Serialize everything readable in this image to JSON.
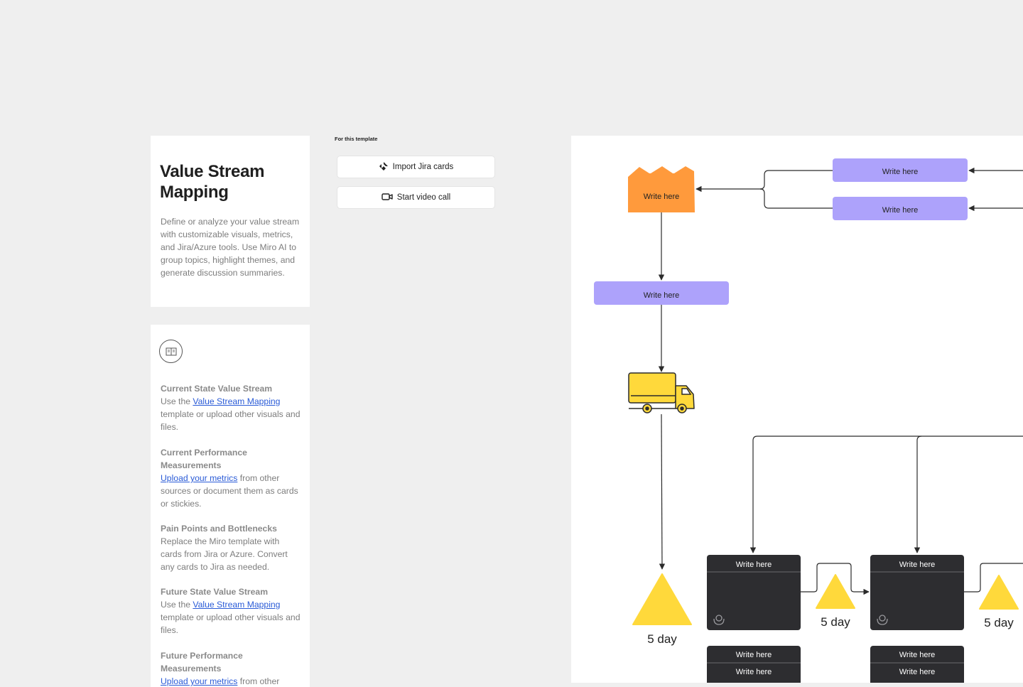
{
  "intro": {
    "title": "Value Stream Mapping",
    "description": "Define or analyze your value stream with customizable visuals, metrics, and Jira/Azure tools. Use Miro AI to group topics, highlight themes, and generate discussion summaries."
  },
  "guide": {
    "sections": [
      {
        "title": "Current State Value Stream",
        "pre": "Use the ",
        "link": "Value Stream Mapping",
        "post": " template or upload other visuals and files."
      },
      {
        "title": "Current Performance Measurements",
        "pre": "",
        "link": "Upload your metrics",
        "post": " from other sources or document them as cards or stickies."
      },
      {
        "title": "Pain Points and Bottlenecks",
        "pre": "Replace the Miro template with cards from Jira or Azure. Convert any cards to Jira as needed.",
        "link": "",
        "post": ""
      },
      {
        "title": "Future State Value Stream",
        "pre": "Use the ",
        "link": "Value Stream Mapping",
        "post": " template or upload other visuals and files."
      },
      {
        "title": "Future Performance Measurements",
        "pre": "",
        "link": "Upload your metrics",
        "post": " from other"
      }
    ]
  },
  "template_panel": {
    "label": "For this template",
    "import_label": "Import Jira cards",
    "video_label": "Start video call"
  },
  "diagram": {
    "factory_label": "Write here",
    "supplier1_label": "Write here",
    "supplier2_label": "Write here",
    "info_box_label": "Write here",
    "process1_title": "Write here",
    "process2_title": "Write here",
    "process1_sub1": "Write here",
    "process1_sub2": "Write here",
    "process2_sub1": "Write here",
    "process2_sub2": "Write here",
    "inventory1_label": "5 day",
    "inventory2_label": "5 day",
    "inventory3_label": "5 day"
  },
  "colors": {
    "factory": "#ff9a3c",
    "lavender": "#ada2fb",
    "truck": "#ffd93b",
    "inventory": "#ffd93b",
    "process": "#2d2d30",
    "link": "#2a5bd7"
  }
}
